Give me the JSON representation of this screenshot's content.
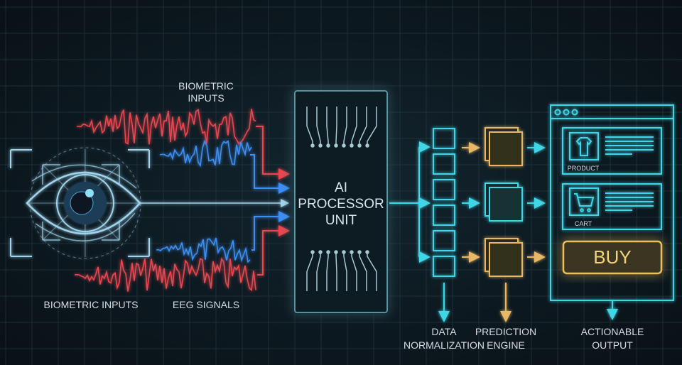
{
  "labels": {
    "top_signals": [
      "BIOMETRIC",
      "INPUTS"
    ],
    "eye_label": "BIOMETRIC INPUTS",
    "eeg_label": "EEG SIGNALS",
    "processor": [
      "AI",
      "PROCESSOR",
      "UNIT"
    ],
    "normalization": [
      "DATA",
      "NORMALIZATION"
    ],
    "prediction": [
      "PREDICTION",
      "ENGINE"
    ],
    "output": [
      "ACTIONABLE",
      "OUTPUT"
    ]
  },
  "output_window": {
    "product_label": "PRODUCT",
    "cart_label": "CART",
    "buy_label": "BUY"
  },
  "colors": {
    "cyan": "#3fd6e6",
    "orange": "#e8b866",
    "red": "#e8464f",
    "blue": "#3d8ef0",
    "eye": "#9fd4ec"
  }
}
